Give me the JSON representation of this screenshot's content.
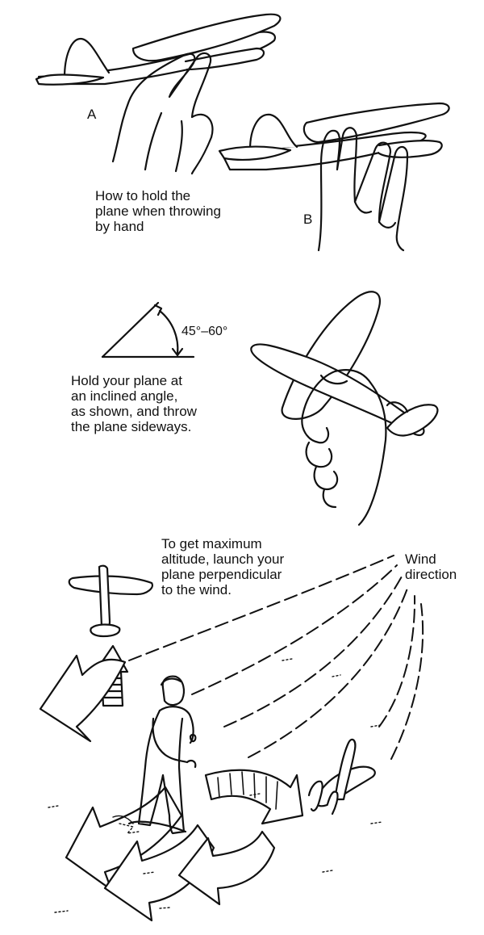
{
  "section_hold": {
    "label_a": "A",
    "label_b": "B",
    "caption": "How to hold the\nplane when throwing\nby hand"
  },
  "section_angle": {
    "angle_label": "45°–60°",
    "caption": "Hold your plane at\nan inclined angle,\nas shown, and throw\nthe plane sideways."
  },
  "section_wind": {
    "caption": "To get maximum\naltitude, launch your\nplane perpendicular\nto the wind.",
    "wind_label": "Wind\ndirection"
  }
}
